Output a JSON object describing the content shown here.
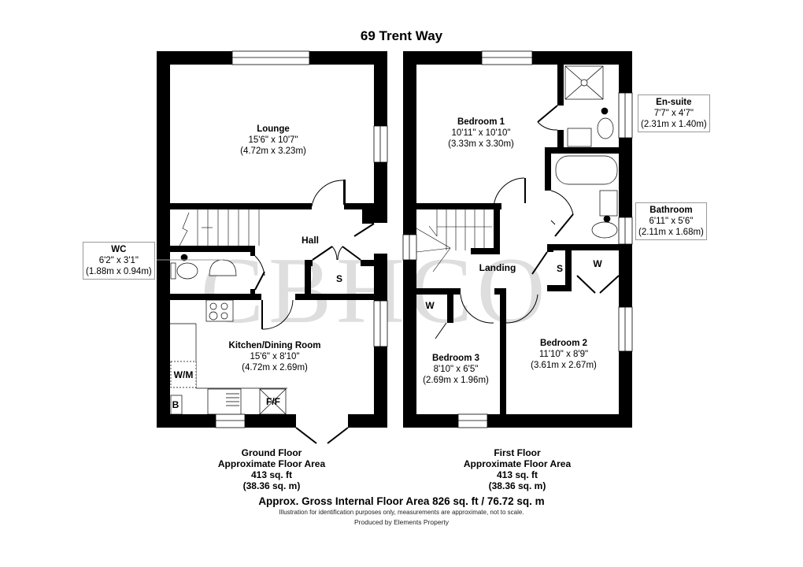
{
  "title": "69 Trent Way",
  "watermark": "CBHCO",
  "ground_floor": {
    "rooms": [
      {
        "name": "Lounge",
        "imperial": "15'6\" x 10'7\"",
        "metric": "(4.72m x 3.23m)"
      },
      {
        "name": "Kitchen/Dining Room",
        "imperial": "15'6\" x 8'10\"",
        "metric": "(4.72m x 2.69m)"
      }
    ],
    "hall": "Hall",
    "store": "S",
    "washing_machine": "W/M",
    "boiler": "B",
    "fridge_freezer": "F/F",
    "wc": {
      "name": "WC",
      "imperial": "6'2\" x 3'1\"",
      "metric": "(1.88m x 0.94m)"
    },
    "area": {
      "label": "Ground Floor",
      "sub": "Approximate Floor Area",
      "sqft": "413 sq. ft",
      "sqm": "(38.36 sq. m)"
    }
  },
  "first_floor": {
    "rooms": [
      {
        "name": "Bedroom 1",
        "imperial": "10'11\" x 10'10\"",
        "metric": "(3.33m x 3.30m)"
      },
      {
        "name": "Bedroom 2",
        "imperial": "11'10\" x 8'9\"",
        "metric": "(3.61m x 2.67m)"
      },
      {
        "name": "Bedroom 3",
        "imperial": "8'10\" x 6'5\"",
        "metric": "(2.69m x 1.96m)"
      }
    ],
    "landing": "Landing",
    "store": "S",
    "wardrobe_1": "W",
    "wardrobe_2": "W",
    "ensuite": {
      "name": "En-suite",
      "imperial": "7'7\" x 4'7\"",
      "metric": "(2.31m x 1.40m)"
    },
    "bathroom": {
      "name": "Bathroom",
      "imperial": "6'11\" x 5'6\"",
      "metric": "(2.11m x 1.68m)"
    },
    "area": {
      "label": "First Floor",
      "sub": "Approximate Floor Area",
      "sqft": "413 sq. ft",
      "sqm": "(38.36 sq. m)"
    }
  },
  "footer": {
    "gross": "Approx. Gross Internal Floor Area 826 sq. ft / 76.72 sq. m",
    "disclaimer": "Illustration for identification purposes only, measurements are approximate, not to scale.",
    "produced_by": "Produced by Elements Property"
  },
  "colors": {
    "wall": "#000000",
    "watermark": "#d6d6d6",
    "callout_border": "#999999"
  }
}
